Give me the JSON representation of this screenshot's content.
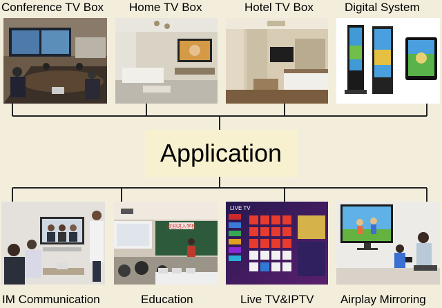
{
  "top_labels": {
    "conference": "Conference TV Box",
    "home": "Home TV Box",
    "hotel": "Hotel TV Box",
    "digital": "Digital System"
  },
  "center": {
    "title": "Application"
  },
  "bottom_labels": {
    "im": "IM Communication",
    "education": "Education",
    "livetv": "Live TV&IPTV",
    "airplay": "Airplay Mirroring"
  },
  "livetv_screen": {
    "header": "LIVE TV"
  },
  "education_sign": {
    "text": "欢迎进入学校"
  }
}
